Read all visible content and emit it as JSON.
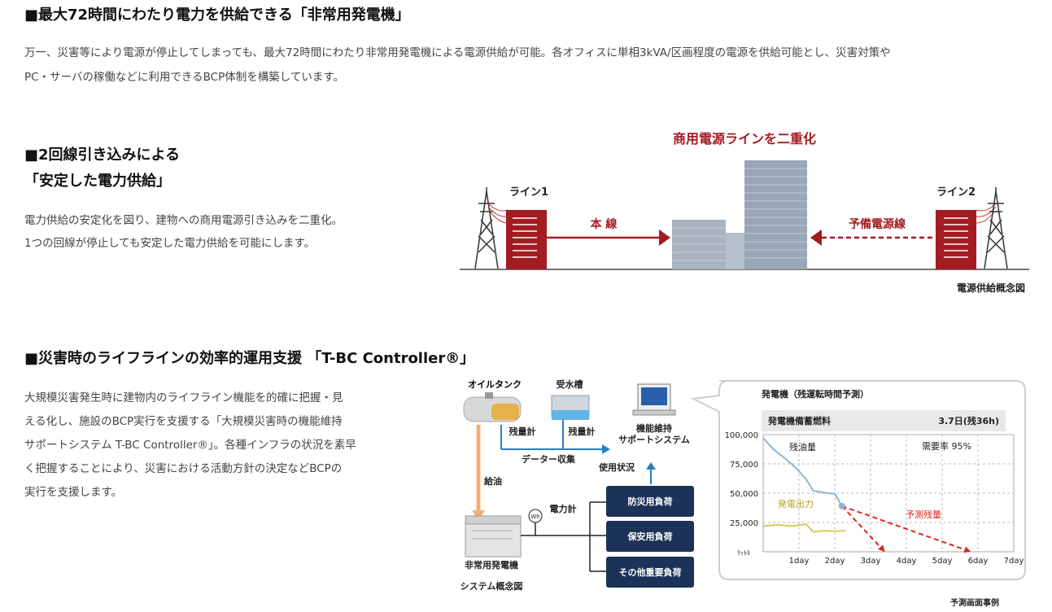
{
  "section1": {
    "title": "■最大72時間にわたり電力を供給できる「非常用発電機」",
    "text_line1": "万一、災害等により電源が停止してしまっても、最大72時間にわたり非常用発電機による電源供給が可能。各オフィスに単相3kVA/区画程度の電源を供給可能とし、災害対策や",
    "text_line2": "PC・サーバの稼働などに利用できるBCP体制を構築しています。"
  },
  "section2": {
    "title_line1": "■2回線引き込みによる",
    "title_line2": "「安定した電力供給」",
    "text_line1": "電力供給の安定化を図り、建物への商用電源引き込みを二重化。",
    "text_line2": "1つの回線が停止しても安定した電力供給を可能にします。",
    "diagram": {
      "headline": "商用電源ラインを二重化",
      "line1": "ライン1",
      "line2": "ライン2",
      "main_line": "本 線",
      "backup_line": "予備電源線",
      "caption": "電源供給概念図",
      "accent_color": "#a31c22"
    }
  },
  "section3": {
    "title": "■災害時のライフラインの効率的運用支援 「T-BC Controller®」",
    "text_line1": "大規模災害発生時に建物内のライフライン機能を的確に把握・見",
    "text_line2": "える化し、施設のBCP実行を支援する「大規模災害時の機能維持",
    "text_line3": "サポートシステム T-BC Controller®」。各種インフラの状況を素早",
    "text_line4": "く把握することにより、災害における活動方針の決定などBCPの",
    "text_line5": "実行を支援します。",
    "system": {
      "oil_tank": "オイルタンク",
      "water_tank": "受水槽",
      "level_meter_1": "残量計",
      "level_meter_2": "残量計",
      "support_system_1": "機能維持",
      "support_system_2": "サポートシステム",
      "data_collection": "データー収集",
      "usage_status": "使用状況",
      "refuel": "給油",
      "wattmeter": "電力計",
      "wh": "Wh",
      "generator": "非常用発電機",
      "caption": "システム概念図",
      "loads": [
        "防災用負荷",
        "保安用負荷",
        "その他重要負荷"
      ]
    },
    "screen": {
      "title": "発電機（残運転時間予測）",
      "fuel_label": "発電機備蓄燃料",
      "fuel_value": "3.7日(残36h)",
      "demand_rate": "需要率 95%",
      "remaining_label": "残油量",
      "output_label": "発電出力",
      "forecast_label": "予測残量",
      "caption": "予測画面事例",
      "y_unit": "ﾘｯﾄﾙ"
    }
  },
  "chart_data": {
    "type": "line",
    "x_ticks": [
      "1day",
      "2day",
      "3day",
      "4day",
      "5day",
      "6day",
      "7day"
    ],
    "y_ticks": [
      "100,000",
      "75,000",
      "50,000",
      "25,000"
    ],
    "ylim": [
      0,
      100000
    ],
    "xlim": [
      0,
      7
    ],
    "series": [
      {
        "name": "残油量",
        "color": "#8fb6d6",
        "x": [
          0,
          0.3,
          0.6,
          0.9,
          1.2,
          1.4,
          1.8,
          2.0,
          2.2
        ],
        "y": [
          97000,
          87000,
          80000,
          72000,
          62000,
          52000,
          50000,
          49500,
          39000
        ]
      },
      {
        "name": "発電出力",
        "color": "#d9c860",
        "x": [
          0,
          0.4,
          0.8,
          1.2,
          1.4,
          1.7,
          2.0,
          2.3
        ],
        "y": [
          22000,
          23000,
          22000,
          23500,
          17000,
          18000,
          17500,
          18000
        ]
      },
      {
        "name": "予測残量",
        "color": "#e0251d",
        "x": [
          2.2,
          3.4
        ],
        "y": [
          39000,
          0
        ]
      },
      {
        "name": "予測残量",
        "color": "#e0251d",
        "x": [
          2.2,
          5.8
        ],
        "y": [
          39000,
          0
        ]
      }
    ]
  }
}
